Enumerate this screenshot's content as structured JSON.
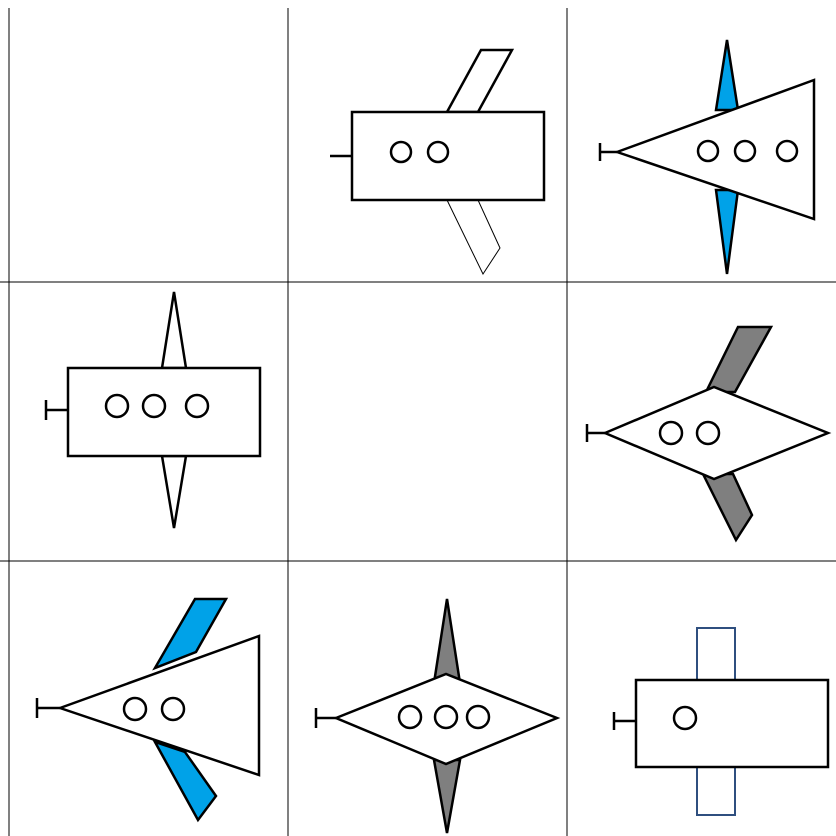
{
  "grid": {
    "rows": 3,
    "cols": 3,
    "line_color": "#000000",
    "cells": [
      {
        "row": 1,
        "col": 1,
        "empty": true
      },
      {
        "row": 1,
        "col": 2,
        "empty": false,
        "body_shape": "rectangle",
        "wing_shape": "parallelogram",
        "wing_color": "#ffffff",
        "windows": 2
      },
      {
        "row": 1,
        "col": 3,
        "empty": false,
        "body_shape": "triangle",
        "wing_shape": "diamond",
        "wing_color": "#00a2e8",
        "windows": 3
      },
      {
        "row": 2,
        "col": 1,
        "empty": false,
        "body_shape": "rectangle",
        "wing_shape": "diamond",
        "wing_color": "#ffffff",
        "windows": 3
      },
      {
        "row": 2,
        "col": 2,
        "empty": true
      },
      {
        "row": 2,
        "col": 3,
        "empty": false,
        "body_shape": "rhombus",
        "wing_shape": "parallelogram",
        "wing_color": "#7f7f7f",
        "windows": 2
      },
      {
        "row": 3,
        "col": 1,
        "empty": false,
        "body_shape": "triangle",
        "wing_shape": "parallelogram",
        "wing_color": "#00a2e8",
        "windows": 2
      },
      {
        "row": 3,
        "col": 2,
        "empty": false,
        "body_shape": "rhombus",
        "wing_shape": "diamond",
        "wing_color": "#7f7f7f",
        "windows": 3
      },
      {
        "row": 3,
        "col": 3,
        "empty": false,
        "body_shape": "rectangle",
        "wing_shape": "rectangle",
        "wing_color": "#ffffff",
        "wing_stroke": "#2f4f7f",
        "windows": 1
      }
    ]
  },
  "colors": {
    "blue": "#00a2e8",
    "gray": "#7f7f7f",
    "white": "#ffffff",
    "navy_outline": "#2f4f7f"
  }
}
